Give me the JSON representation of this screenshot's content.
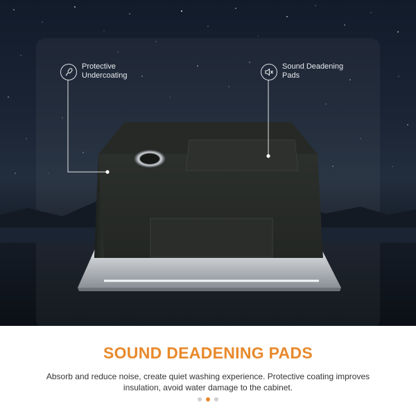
{
  "hero": {
    "callouts": [
      {
        "icon": "microphone-icon",
        "line1": "Protective",
        "line2": "Undercoating"
      },
      {
        "icon": "speaker-muted-icon",
        "line1": "Sound Deadening",
        "line2": "Pads"
      }
    ]
  },
  "caption": {
    "title": "SOUND DEADENING PADS",
    "description": "Absorb and reduce noise, create quiet washing experience. Protective coating improves insulation, avoid water damage to the cabinet."
  },
  "carousel": {
    "active_index": 1,
    "total": 3
  },
  "colors": {
    "accent": "#e8892b"
  }
}
